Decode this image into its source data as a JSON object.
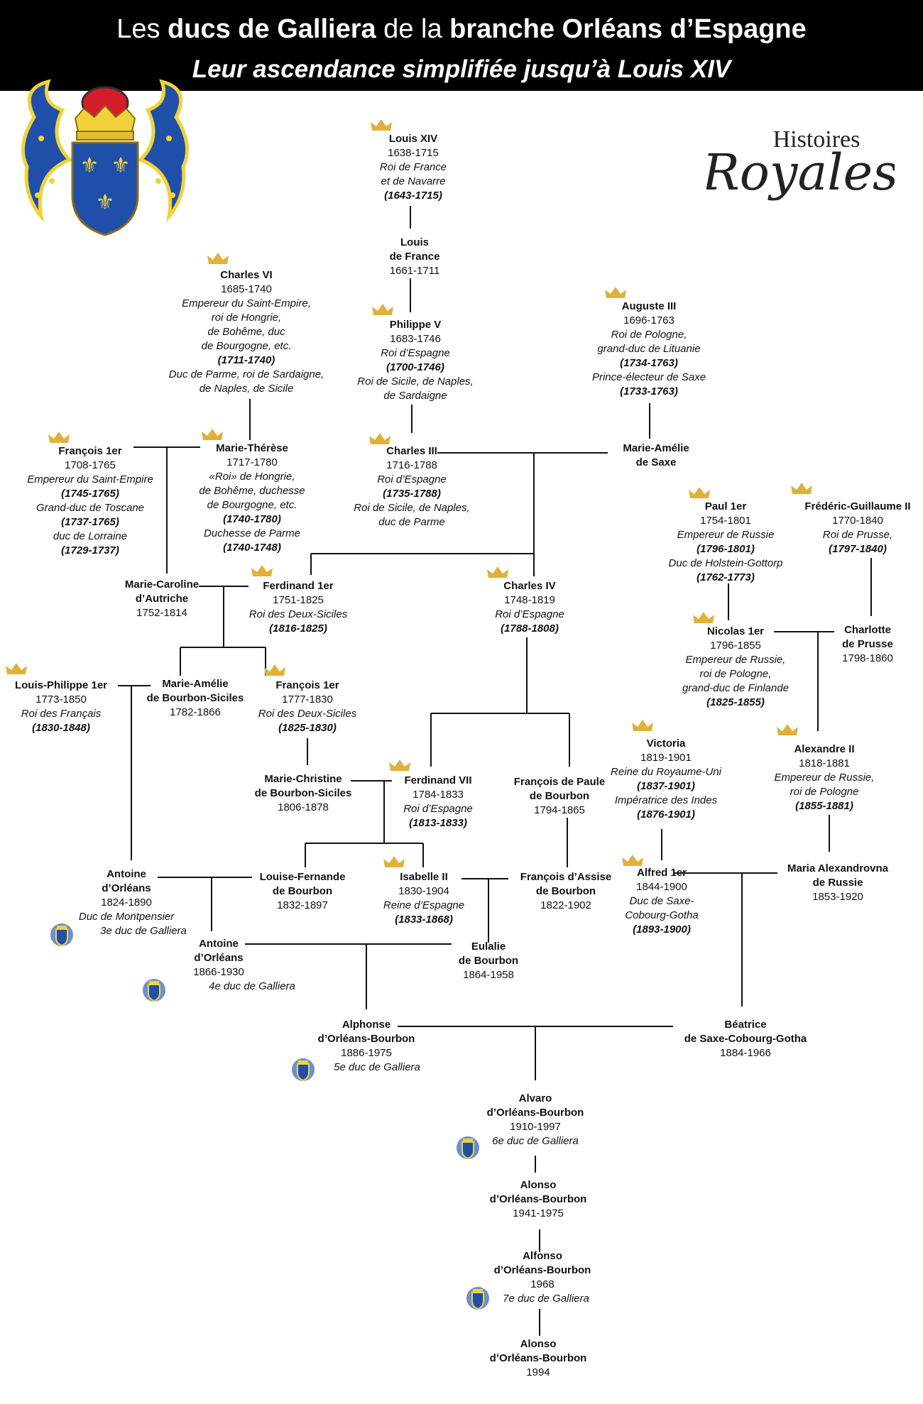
{
  "header": {
    "line1_a": "Les ",
    "line1_b": "ducs de Galliera",
    "line1_c": " de la ",
    "line1_d": "branche Orléans d’Espagne",
    "line2": "Leur ascendance simplifiée jusqu’à Louis XIV"
  },
  "logo": {
    "line1": "Histoires",
    "line2": "Royales"
  },
  "colors": {
    "crown": "#e0b13a",
    "line": "#111111",
    "arms_blue": "#1f4fa8",
    "arms_gold": "#f1d23a"
  },
  "icons": {
    "crown": "crown-icon",
    "arms": "coat-of-arms-icon"
  },
  "persons": {
    "louis14": {
      "name": "Louis XIV",
      "dates": "1638-1715",
      "t1": "Roi de France",
      "t2": "et de Navarre",
      "t3": "(1643-1715)"
    },
    "louisdf": {
      "n1": "Louis",
      "n2": "de France",
      "dates": "1661-1711"
    },
    "charles6": {
      "name": "Charles VI",
      "dates": "1685-1740",
      "t1": "Empereur du Saint-Empire,",
      "t2": "roi de Hongrie,",
      "t3": "de Bohême, duc",
      "t4": "de Bourgogne, etc.",
      "t5": "(1711-1740)",
      "t6": "Duc de Parme, roi de Sardaigne,",
      "t7": "de Naples, de Sicile"
    },
    "philippe5": {
      "name": "Philippe V",
      "dates": "1683-1746",
      "t1": "Roi d’Espagne",
      "t2": "(1700-1746)",
      "t3": "Roi de Sicile, de Naples,",
      "t4": "de Sardaigne"
    },
    "auguste3": {
      "name": "Auguste III",
      "dates": "1696-1763",
      "t1": "Roi de Pologne,",
      "t2": "grand-duc de Lituanie",
      "t3": "(1734-1763)",
      "t4": "Prince-électeur de Saxe",
      "t5": "(1733-1763)"
    },
    "francois1": {
      "name": "François 1er",
      "dates": "1708-1765",
      "t1": "Empereur du Saint-Empire",
      "t2": "(1745-1765)",
      "t3": "Grand-duc de Toscane",
      "t4": "(1737-1765)",
      "t5": "duc de Lorraine",
      "t6": "(1729-1737)"
    },
    "mariet": {
      "name": "Marie-Thérèse",
      "dates": "1717-1780",
      "t1": "«Roi» de Hongrie,",
      "t2": "de Bohême, duchesse",
      "t3": "de Bourgogne, etc.",
      "t4": "(1740-1780)",
      "t5": "Duchesse de Parme",
      "t6": "(1740-1748)"
    },
    "charles3": {
      "name": "Charles III",
      "dates": "1716-1788",
      "t1": "Roi d’Espagne",
      "t2": "(1735-1788)",
      "t3": "Roi de Sicile, de Naples,",
      "t4": "duc de Parme"
    },
    "mamsaxe": {
      "n1": "Marie-Amélie",
      "n2": "de Saxe"
    },
    "paul1": {
      "name": "Paul 1er",
      "dates": "1754-1801",
      "t1": "Empereur de Russie",
      "t2": "(1796-1801)",
      "t3": "Duc de Holstein-Gottorp",
      "t4": "(1762-1773)"
    },
    "fg2": {
      "name": "Frédéric-Guillaume II",
      "dates": "1770-1840",
      "t1": "Roi de Prusse,",
      "t2": "(1797-1840)"
    },
    "mcaroline": {
      "n1": "Marie-Caroline",
      "n2": "d’Autriche",
      "dates": "1752-1814"
    },
    "ferdinand1": {
      "name": "Ferdinand 1er",
      "dates": "1751-1825",
      "t1": "Roi des Deux-Siciles",
      "t2": "(1816-1825)"
    },
    "charles4": {
      "name": "Charles IV",
      "dates": "1748-1819",
      "t1": "Roi d’Espagne",
      "t2": "(1788-1808)"
    },
    "nicolas1": {
      "name": "Nicolas 1er",
      "dates": "1796-1855",
      "t1": "Empereur de Russie,",
      "t2": "roi de Pologne,",
      "t3": "grand-duc de Finlande",
      "t4": "(1825-1855)"
    },
    "charlotte": {
      "n1": "Charlotte",
      "n2": "de Prusse",
      "dates": "1798-1860"
    },
    "lp1": {
      "name": "Louis-Philippe 1er",
      "dates": "1773-1850",
      "t1": "Roi des Français",
      "t2": "(1830-1848)"
    },
    "mabs": {
      "n1": "Marie-Amélie",
      "n2": "de Bourbon-Siciles",
      "dates": "1782-1866"
    },
    "francois1ds": {
      "name": "François 1er",
      "dates": "1777-1830",
      "t1": "Roi des Deux-Siciles",
      "t2": "(1825-1830)"
    },
    "victoria": {
      "name": "Victoria",
      "dates": "1819-1901",
      "t1": "Reine du Royaume-Uni",
      "t2": "(1837-1901)",
      "t3": "Impératrice des Indes",
      "t4": "(1876-1901)"
    },
    "alexandre2": {
      "name": "Alexandre II",
      "dates": "1818-1881",
      "t1": "Empereur de Russie,",
      "t2": "roi de Pologne",
      "t3": "(1855-1881)"
    },
    "mchristine": {
      "n1": "Marie-Christine",
      "n2": "de Bourbon-Siciles",
      "dates": "1806-1878"
    },
    "ferdinand7": {
      "name": "Ferdinand VII",
      "dates": "1784-1833",
      "t1": "Roi d’Espagne",
      "t2": "(1813-1833)"
    },
    "fpaule": {
      "n1": "François de Paule",
      "n2": "de Bourbon",
      "dates": "1794-1865"
    },
    "antoine1": {
      "n1": "Antoine",
      "n2": "d’Orléans",
      "dates": "1824-1890",
      "t1": "Duc de Montpensier",
      "t2": "3e duc de Galliera"
    },
    "lfernande": {
      "n1": "Louise-Fernande",
      "n2": "de Bourbon",
      "dates": "1832-1897"
    },
    "isabelle2": {
      "name": "Isabelle II",
      "dates": "1830-1904",
      "t1": "Reine d’Espagne",
      "t2": "(1833-1868)"
    },
    "fassise": {
      "n1": "François d’Assise",
      "n2": "de Bourbon",
      "dates": "1822-1902"
    },
    "alfred1": {
      "name": "Alfred 1er",
      "dates": "1844-1900",
      "t1": "Duc de Saxe-",
      "t2": "Cobourg-Gotha",
      "t3": "(1893-1900)"
    },
    "mariaal": {
      "n1": "Maria Alexandrovna",
      "n2": "de Russie",
      "dates": "1853-1920"
    },
    "antoine2": {
      "n1": "Antoine",
      "n2": "d’Orléans",
      "dates": "1866-1930",
      "t1": "4e duc de Galliera"
    },
    "eulalie": {
      "n1": "Eulalie",
      "n2": "de Bourbon",
      "dates": "1864-1958"
    },
    "alphonse": {
      "n1": "Alphonse",
      "n2": "d’Orléans-Bourbon",
      "dates": "1886-1975",
      "t1": "5e duc de Galliera"
    },
    "beatrice": {
      "n1": "Béatrice",
      "n2": "de Saxe-Cobourg-Gotha",
      "dates": "1884-1966"
    },
    "alvaro": {
      "n1": "Alvaro",
      "n2": "d’Orléans-Bourbon",
      "dates": "1910-1997",
      "t1": "6e duc de Galliera"
    },
    "alonso1": {
      "n1": "Alonso",
      "n2": "d’Orléans-Bourbon",
      "dates": "1941-1975"
    },
    "alfonso": {
      "n1": "Alfonso",
      "n2": "d’Orléans-Bourbon",
      "dates": "1968",
      "t1": "7e duc de Galliera"
    },
    "alonso2": {
      "n1": "Alonso",
      "n2": "d’Orléans-Bourbon",
      "dates": "1994"
    }
  }
}
